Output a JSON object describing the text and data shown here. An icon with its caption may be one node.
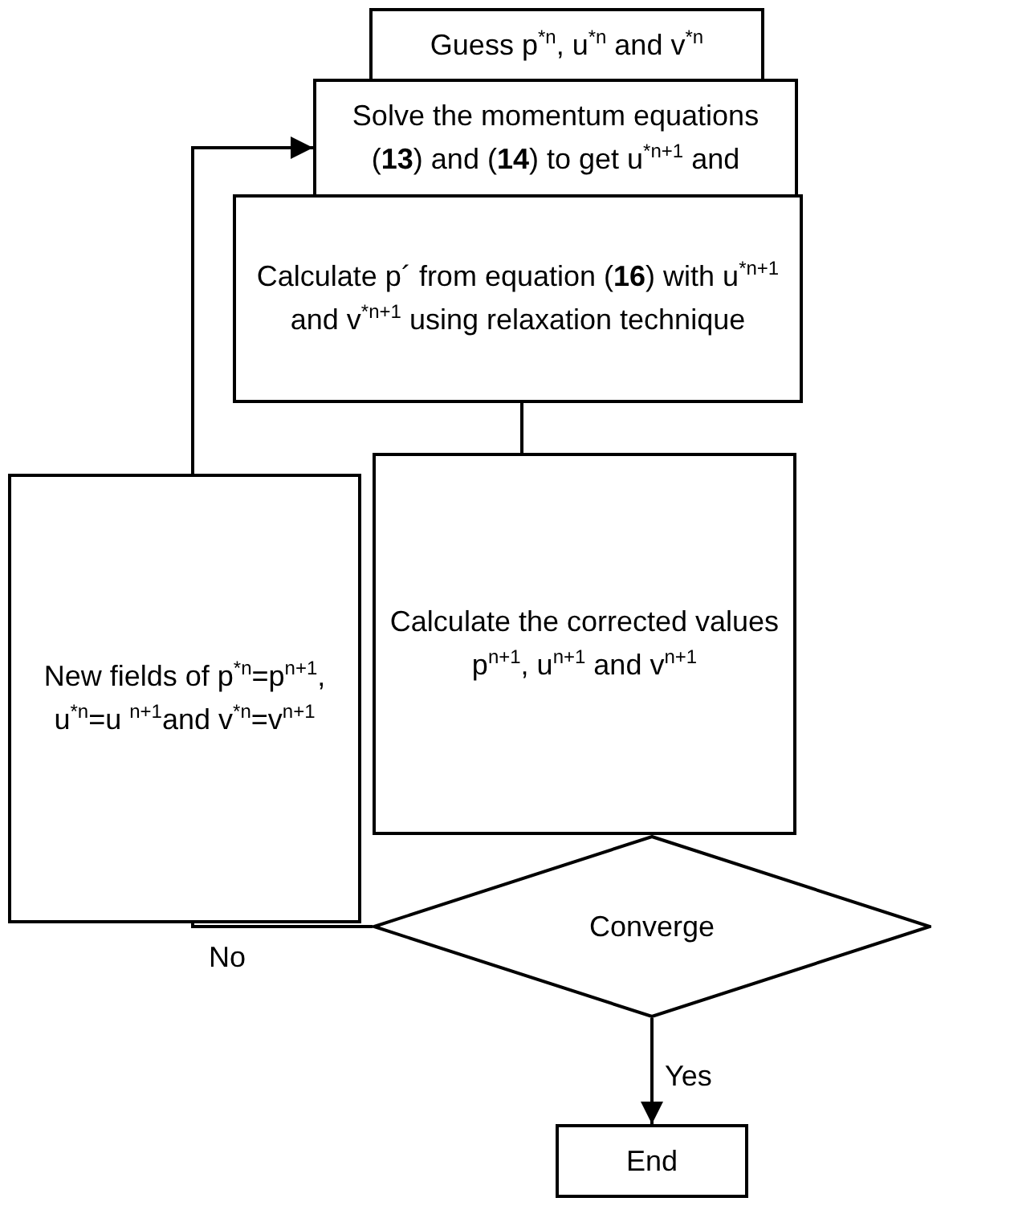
{
  "diagram": {
    "nodes": [
      {
        "text": [
          "Guess p$^{*n}$, u$^{*n}$ and v$^{*n}$"
        ]
      },
      {
        "text": [
          "Solve the momentum equations (**13**) and (**14**) to get u$^{*n+1}$ and"
        ]
      },
      {
        "text": [
          "Calculate p´ from equation (**16**) with u$^{*n+1}$ and v$^{*n+1}$ using relaxation technique"
        ]
      },
      {
        "text": [
          "Calculate the corrected values p$^{n+1}$, u$^{n+1}$ and v$^{n+1}$"
        ]
      },
      {
        "text": [
          "Converge"
        ]
      },
      {
        "text": [
          "End"
        ]
      },
      {
        "text": [
          "New fields of p$^{*n}$=p$^{n+1}$, u$^{*n}$=u $^{n+1}$and v$^{*n}$=v$^{n+1}$"
        ]
      }
    ],
    "edges": [
      {
        "from": 2,
        "to": 3,
        "arrow": "none"
      },
      {
        "from": 4,
        "to": 5,
        "arrow": "to",
        "label": "Yes"
      },
      {
        "from": 4,
        "to": 6,
        "arrow": "none",
        "label": "No"
      },
      {
        "from": 6,
        "to": 1,
        "arrow": "to"
      }
    ]
  }
}
